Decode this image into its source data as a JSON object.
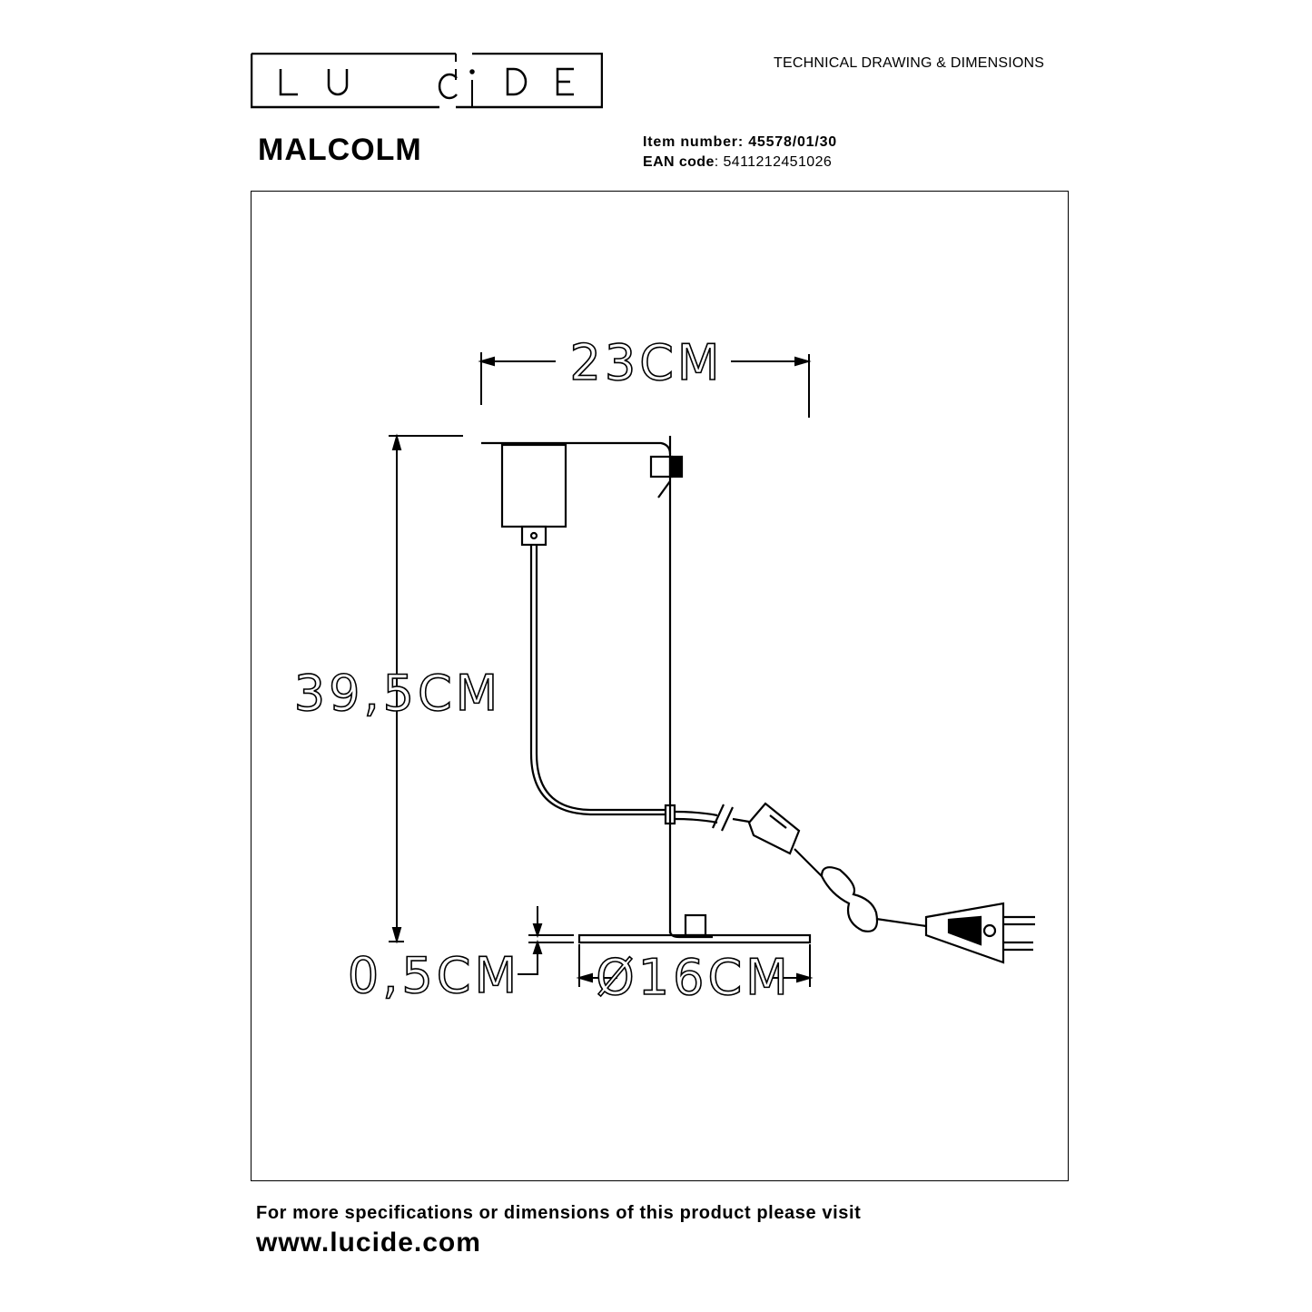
{
  "header": {
    "brand": "LUCIDE",
    "doc_type": "TECHNICAL DRAWING & DIMENSIONS",
    "product_name": "MALCOLM",
    "item_label": "Item number:",
    "item_number": "45578/01/30",
    "ean_label": "EAN code",
    "ean_code": ": 5411212451026"
  },
  "drawing": {
    "width_label": "23CM",
    "height_label": "39,5CM",
    "base_thickness_label": "0,5CM",
    "base_diameter_label": "Ø16CM"
  },
  "footer": {
    "text": "For more specifications or dimensions of this product please visit",
    "url": "www.lucide.com"
  }
}
